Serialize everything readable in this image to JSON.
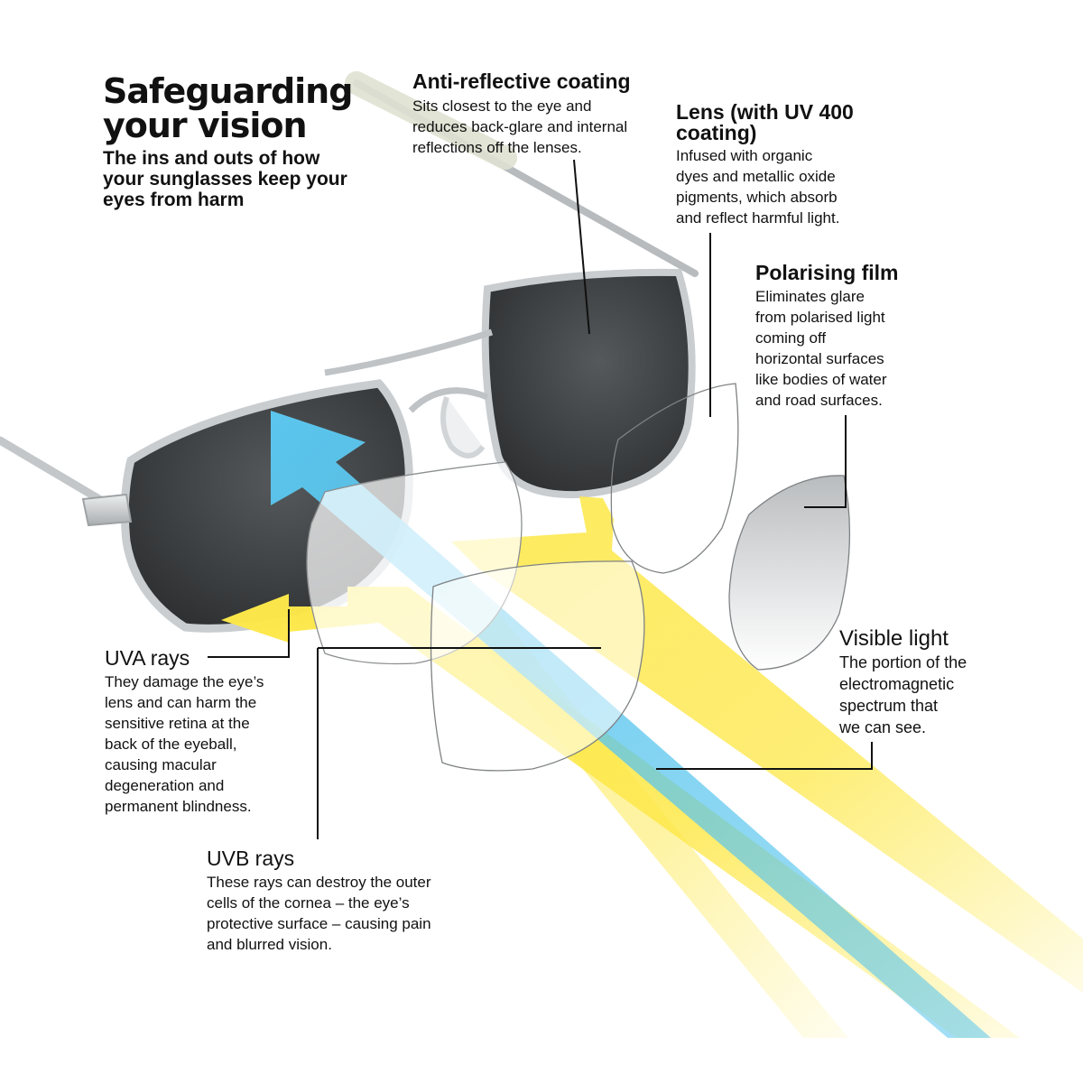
{
  "header": {
    "title_line1": "Safeguarding",
    "title_line2": "your vision",
    "subtitle_line1": "The ins and outs of how",
    "subtitle_line2": "your sunglasses keep your",
    "subtitle_line3": "eyes from harm"
  },
  "callouts": {
    "anti_reflective": {
      "heading": "Anti-reflective coating",
      "lines": [
        "Sits closest to the eye and",
        "reduces back-glare and internal",
        "reflections off the lenses."
      ]
    },
    "lens": {
      "heading_line1": "Lens (with UV 400",
      "heading_line2": "coating)",
      "lines": [
        "Infused with organic",
        "dyes and metallic oxide",
        "pigments, which absorb",
        "and reflect harmful light."
      ]
    },
    "polarising": {
      "heading": "Polarising film",
      "lines": [
        "Eliminates glare",
        "from polarised light",
        "coming off",
        "horizontal surfaces",
        "like bodies of water",
        "and road surfaces."
      ]
    },
    "visible": {
      "heading": "Visible light",
      "lines": [
        "The portion of the",
        "electromagnetic",
        "spectrum that",
        "we can see."
      ]
    },
    "uva": {
      "heading": "UVA rays",
      "lines": [
        "They damage the eye’s",
        "lens and can harm the",
        "sensitive retina at the",
        "back of the eyeball,",
        "causing macular",
        "degeneration and",
        "permanent blindness."
      ]
    },
    "uvb": {
      "heading": "UVB rays",
      "lines": [
        "These rays can destroy the outer",
        "cells of the cornea – the eye’s",
        "protective surface – causing pain",
        "and blurred vision."
      ]
    }
  },
  "colors": {
    "visible_light": "#5bc6ee",
    "uv_rays": "#fde84a",
    "lens_tint": "#3a3d3f",
    "frame": "#c9cdd0",
    "text": "#111111"
  }
}
